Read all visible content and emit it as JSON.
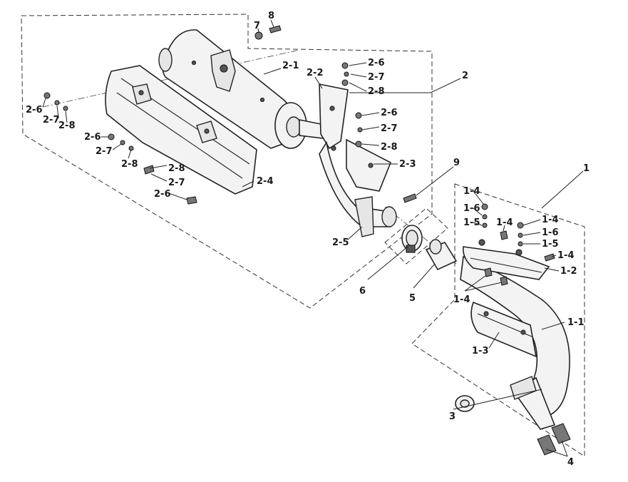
{
  "callouts": [
    {
      "id": "c8",
      "text": "8"
    },
    {
      "id": "c7",
      "text": "7"
    },
    {
      "id": "c2_1",
      "text": "2-1"
    },
    {
      "id": "c2_2",
      "text": "2-2"
    },
    {
      "id": "c2_6a",
      "text": "2-6"
    },
    {
      "id": "c2_7a",
      "text": "2-7"
    },
    {
      "id": "c2_8a",
      "text": "2-8"
    },
    {
      "id": "c2",
      "text": "2"
    },
    {
      "id": "c2_6b",
      "text": "2-6"
    },
    {
      "id": "c2_7b",
      "text": "2-7"
    },
    {
      "id": "c2_8b",
      "text": "2-8"
    },
    {
      "id": "c2_3",
      "text": "2-3"
    },
    {
      "id": "c2_6c",
      "text": "2-6"
    },
    {
      "id": "c2_7c",
      "text": "2-7"
    },
    {
      "id": "c2_8c",
      "text": "2-8"
    },
    {
      "id": "c2_6d",
      "text": "2-6"
    },
    {
      "id": "c2_7d",
      "text": "2-7"
    },
    {
      "id": "c2_8d",
      "text": "2-8"
    },
    {
      "id": "c2_8e",
      "text": "2-8"
    },
    {
      "id": "c2_7e",
      "text": "2-7"
    },
    {
      "id": "c2_6e",
      "text": "2-6"
    },
    {
      "id": "c2_4",
      "text": "2-4"
    },
    {
      "id": "c9",
      "text": "9"
    },
    {
      "id": "c1",
      "text": "1"
    },
    {
      "id": "c1_4a",
      "text": "1-4"
    },
    {
      "id": "c1_6a",
      "text": "1-6"
    },
    {
      "id": "c1_5a",
      "text": "1-5"
    },
    {
      "id": "c1_4b",
      "text": "1-4"
    },
    {
      "id": "c1_4c",
      "text": "1-4"
    },
    {
      "id": "c1_6b",
      "text": "1-6"
    },
    {
      "id": "c1_5b",
      "text": "1-5"
    },
    {
      "id": "c1_4d",
      "text": "1-4"
    },
    {
      "id": "c1_2",
      "text": "1-2"
    },
    {
      "id": "c2_5",
      "text": "2-5"
    },
    {
      "id": "c6",
      "text": "6"
    },
    {
      "id": "c5",
      "text": "5"
    },
    {
      "id": "c1_4e",
      "text": "1-4"
    },
    {
      "id": "c1_1",
      "text": "1-1"
    },
    {
      "id": "c1_3",
      "text": "1-3"
    },
    {
      "id": "c3",
      "text": "3"
    },
    {
      "id": "c4",
      "text": "4"
    }
  ]
}
